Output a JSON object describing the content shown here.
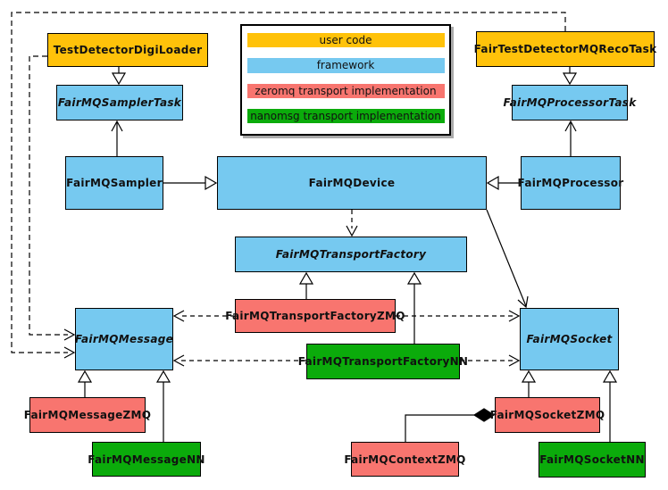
{
  "colors": {
    "user_code": "#FFC20A",
    "framework": "#76C9F0",
    "zeromq": "#F8756F",
    "nanomsg": "#0BAB0B",
    "line": "#000000",
    "background": "#FFFFFF"
  },
  "legend": {
    "items": [
      {
        "label": "user code",
        "color_key": "user_code"
      },
      {
        "label": "framework",
        "color_key": "framework"
      },
      {
        "label": "zeromq transport implementation",
        "color_key": "zeromq"
      },
      {
        "label": "nanomsg transport implementation",
        "color_key": "nanomsg"
      }
    ]
  },
  "nodes": {
    "test_detector_digi_loader": {
      "label": "TestDetectorDigiLoader",
      "color_key": "user_code",
      "abstract": false
    },
    "fair_test_detector_mq_reco_task": {
      "label": "FairTestDetectorMQRecoTask",
      "color_key": "user_code",
      "abstract": false
    },
    "fairmq_sampler_task": {
      "label": "FairMQSamplerTask",
      "color_key": "framework",
      "abstract": true
    },
    "fairmq_processor_task": {
      "label": "FairMQProcessorTask",
      "color_key": "framework",
      "abstract": true
    },
    "fairmq_sampler": {
      "label": "FairMQSampler",
      "color_key": "framework",
      "abstract": false
    },
    "fairmq_device": {
      "label": "FairMQDevice",
      "color_key": "framework",
      "abstract": false
    },
    "fairmq_processor": {
      "label": "FairMQProcessor",
      "color_key": "framework",
      "abstract": false
    },
    "fairmq_transport_factory": {
      "label": "FairMQTransportFactory",
      "color_key": "framework",
      "abstract": true
    },
    "fairmq_transport_factory_zmq": {
      "label": "FairMQTransportFactoryZMQ",
      "color_key": "zeromq",
      "abstract": false
    },
    "fairmq_transport_factory_nn": {
      "label": "FairMQTransportFactoryNN",
      "color_key": "nanomsg",
      "abstract": false
    },
    "fairmq_message": {
      "label": "FairMQMessage",
      "color_key": "framework",
      "abstract": true
    },
    "fairmq_socket": {
      "label": "FairMQSocket",
      "color_key": "framework",
      "abstract": true
    },
    "fairmq_message_zmq": {
      "label": "FairMQMessageZMQ",
      "color_key": "zeromq",
      "abstract": false
    },
    "fairmq_message_nn": {
      "label": "FairMQMessageNN",
      "color_key": "nanomsg",
      "abstract": false
    },
    "fairmq_context_zmq": {
      "label": "FairMQContextZMQ",
      "color_key": "zeromq",
      "abstract": false
    },
    "fairmq_socket_zmq": {
      "label": "FairMQSocketZMQ",
      "color_key": "zeromq",
      "abstract": false
    },
    "fairmq_socket_nn": {
      "label": "FairMQSocketNN",
      "color_key": "nanomsg",
      "abstract": false
    }
  },
  "edges": [
    {
      "from": "TestDetectorDigiLoader",
      "to": "FairMQSamplerTask",
      "type": "inheritance",
      "style": "solid"
    },
    {
      "from": "FairTestDetectorMQRecoTask",
      "to": "FairMQProcessorTask",
      "type": "inheritance",
      "style": "solid"
    },
    {
      "from": "FairMQSampler",
      "to": "FairMQDevice",
      "type": "inheritance",
      "style": "solid"
    },
    {
      "from": "FairMQProcessor",
      "to": "FairMQDevice",
      "type": "inheritance",
      "style": "solid"
    },
    {
      "from": "FairMQSampler",
      "to": "FairMQSamplerTask",
      "type": "association",
      "style": "solid"
    },
    {
      "from": "FairMQProcessor",
      "to": "FairMQProcessorTask",
      "type": "association",
      "style": "solid"
    },
    {
      "from": "FairMQDevice",
      "to": "FairMQTransportFactory",
      "type": "dependency",
      "style": "dashed"
    },
    {
      "from": "FairMQDevice",
      "to": "FairMQSocket",
      "type": "association",
      "style": "solid"
    },
    {
      "from": "TestDetectorDigiLoader",
      "to": "FairMQMessage",
      "type": "dependency",
      "style": "dashed"
    },
    {
      "from": "FairTestDetectorMQRecoTask",
      "to": "FairMQMessage",
      "type": "dependency",
      "style": "dashed"
    },
    {
      "from": "FairMQTransportFactoryZMQ",
      "to": "FairMQTransportFactory",
      "type": "inheritance",
      "style": "solid"
    },
    {
      "from": "FairMQTransportFactoryNN",
      "to": "FairMQTransportFactory",
      "type": "inheritance",
      "style": "solid"
    },
    {
      "from": "FairMQTransportFactoryZMQ",
      "to": "FairMQMessage",
      "type": "dependency",
      "style": "dashed"
    },
    {
      "from": "FairMQTransportFactoryZMQ",
      "to": "FairMQSocket",
      "type": "dependency",
      "style": "dashed"
    },
    {
      "from": "FairMQTransportFactoryNN",
      "to": "FairMQMessage",
      "type": "dependency",
      "style": "dashed"
    },
    {
      "from": "FairMQTransportFactoryNN",
      "to": "FairMQSocket",
      "type": "dependency",
      "style": "dashed"
    },
    {
      "from": "FairMQMessageZMQ",
      "to": "FairMQMessage",
      "type": "inheritance",
      "style": "solid"
    },
    {
      "from": "FairMQMessageNN",
      "to": "FairMQMessage",
      "type": "inheritance",
      "style": "solid"
    },
    {
      "from": "FairMQSocketZMQ",
      "to": "FairMQSocket",
      "type": "inheritance",
      "style": "solid"
    },
    {
      "from": "FairMQSocketNN",
      "to": "FairMQSocket",
      "type": "inheritance",
      "style": "solid"
    },
    {
      "from": "FairMQContextZMQ",
      "to": "FairMQSocketZMQ",
      "type": "aggregation",
      "style": "solid"
    }
  ]
}
